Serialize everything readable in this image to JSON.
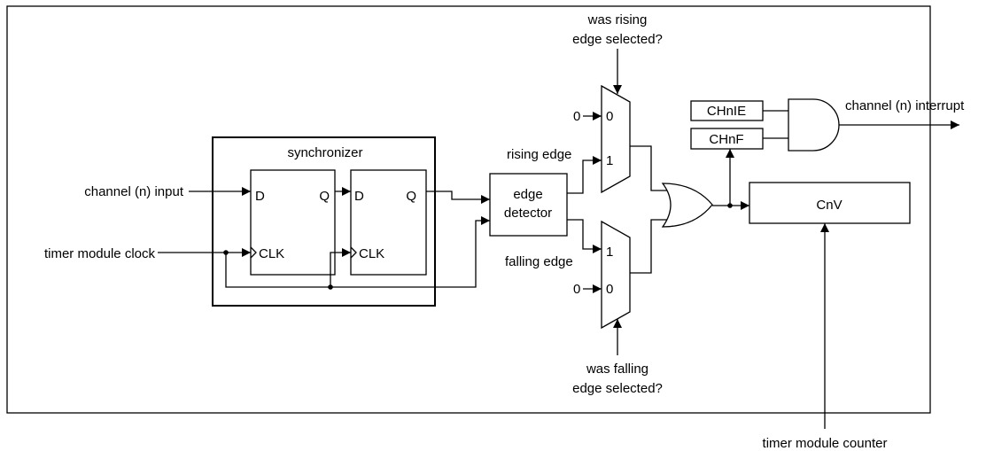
{
  "diagram": {
    "synchronizer_label": "synchronizer",
    "ff1": {
      "d": "D",
      "q": "Q",
      "clk": "CLK"
    },
    "ff2": {
      "d": "D",
      "q": "Q",
      "clk": "CLK"
    },
    "inputs": {
      "channel_input": "channel (n) input",
      "timer_clock": "timer module clock"
    },
    "edge_detector": {
      "line1": "edge",
      "line2": "detector"
    },
    "rising_edge": "rising edge",
    "falling_edge": "falling edge",
    "mux_top": {
      "in0": "0",
      "in1": "1",
      "const_in": "0"
    },
    "mux_bottom": {
      "in1": "1",
      "in0": "0",
      "const_in": "0"
    },
    "select_top": {
      "line1": "was rising",
      "line2": "edge selected?"
    },
    "select_bottom": {
      "line1": "was falling",
      "line2": "edge selected?"
    },
    "chnie": "CHnIE",
    "chnf": "CHnF",
    "interrupt": "channel (n) interrupt",
    "cnv": "CnV",
    "counter": "timer module counter"
  }
}
